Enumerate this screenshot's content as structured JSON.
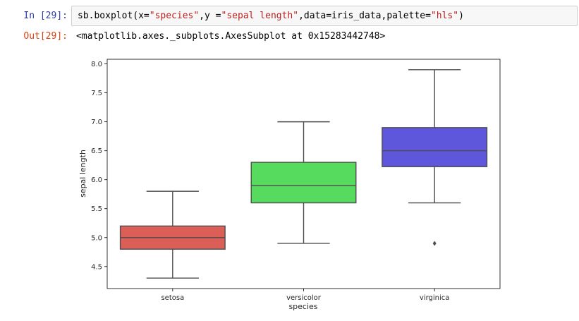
{
  "cell": {
    "in_prompt": "In [29]:",
    "code": {
      "p1": "sb.boxplot(x=",
      "s1": "\"species\"",
      "p2": ",y =",
      "s2": "\"sepal length\"",
      "p3": ",data=iris_data,palette=",
      "s3": "\"hls\"",
      "p4": ")"
    },
    "out_prompt": "Out[29]:",
    "output": "<matplotlib.axes._subplots.AxesSubplot at 0x15283442748>"
  },
  "chart_data": {
    "type": "box",
    "xlabel": "species",
    "ylabel": "sepal length",
    "ylim": [
      4.12,
      8.08
    ],
    "yticks": [
      "4.5",
      "5.0",
      "5.5",
      "6.0",
      "6.5",
      "7.0",
      "7.5",
      "8.0"
    ],
    "grid": false,
    "boxes": [
      {
        "category": "setosa",
        "whisker_low": 4.3,
        "q1": 4.8,
        "median": 5.0,
        "q3": 5.2,
        "whisker_high": 5.8,
        "outliers": [],
        "color": "#db5f57"
      },
      {
        "category": "versicolor",
        "whisker_low": 4.9,
        "q1": 5.6,
        "median": 5.9,
        "q3": 6.3,
        "whisker_high": 7.0,
        "outliers": [],
        "color": "#57db5f"
      },
      {
        "category": "virginica",
        "whisker_low": 5.6,
        "q1": 6.225,
        "median": 6.5,
        "q3": 6.9,
        "whisker_high": 7.9,
        "outliers": [
          4.9
        ],
        "color": "#5f57db"
      }
    ]
  }
}
